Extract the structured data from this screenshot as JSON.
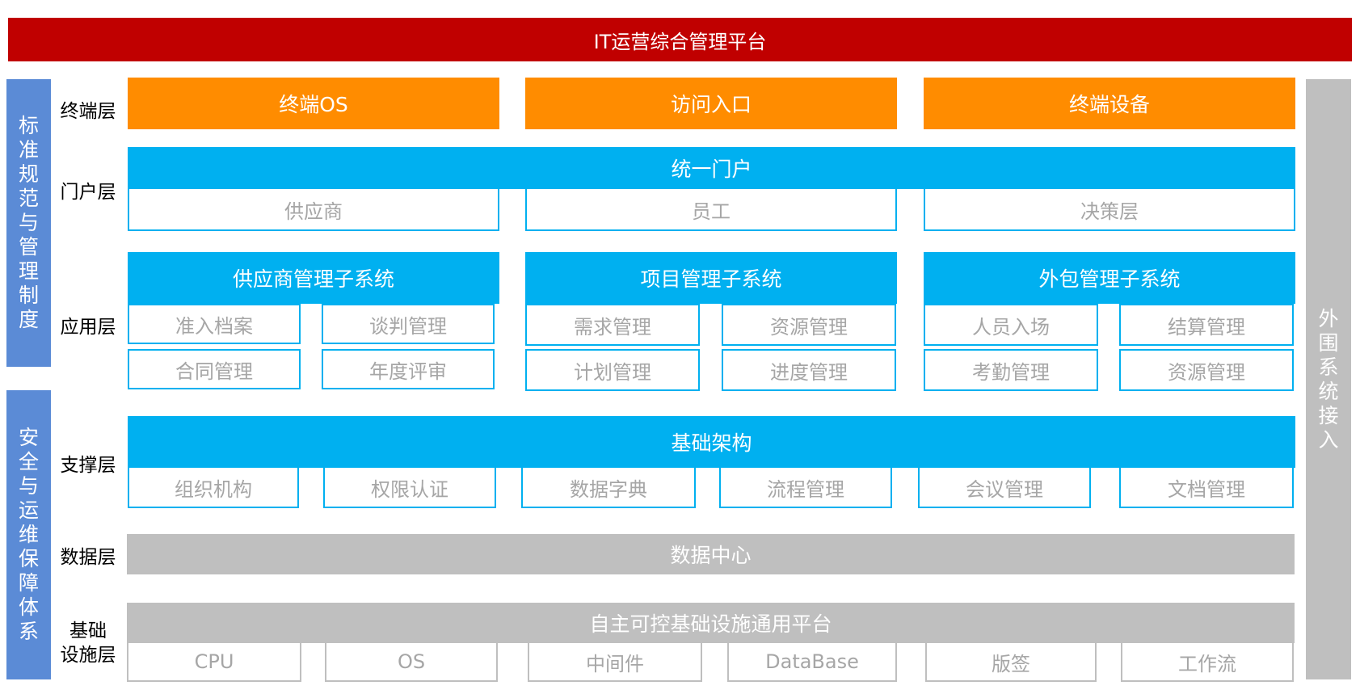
{
  "title": "IT运营综合管理平台",
  "sidebars": {
    "standards": "标准规范与管理制度",
    "security": "安全与运维保障体系",
    "external": "外围系统接入"
  },
  "layers": {
    "terminal": {
      "label": "终端层",
      "boxes": [
        "终端OS",
        "访问入口",
        "终端设备"
      ]
    },
    "portal": {
      "label": "门户层",
      "header": "统一门户",
      "items": [
        "供应商",
        "员工",
        "决策层"
      ]
    },
    "application": {
      "label": "应用层",
      "subsystems": [
        {
          "name": "供应商管理子系统",
          "modules": [
            "准入档案",
            "谈判管理",
            "合同管理",
            "年度评审"
          ]
        },
        {
          "name": "项目管理子系统",
          "modules": [
            "需求管理",
            "资源管理",
            "计划管理",
            "进度管理"
          ]
        },
        {
          "name": "外包管理子系统",
          "modules": [
            "人员入场",
            "结算管理",
            "考勤管理",
            "资源管理"
          ]
        }
      ]
    },
    "support": {
      "label": "支撑层",
      "header": "基础架构",
      "items": [
        "组织机构",
        "权限认证",
        "数据字典",
        "流程管理",
        "会议管理",
        "文档管理"
      ]
    },
    "data": {
      "label": "数据层",
      "header": "数据中心"
    },
    "infrastructure": {
      "label_line1": "基础",
      "label_line2": "设施层",
      "header": "自主可控基础设施通用平台",
      "items": [
        "CPU",
        "OS",
        "中间件",
        "DataBase",
        "版签",
        "工作流"
      ]
    }
  },
  "colors": {
    "title": "#c00000",
    "sidebar_blue": "#5b8bd6",
    "sidebar_gray": "#bfbfbf",
    "orange": "#ff8c00",
    "blue": "#00b0f0",
    "gray": "#bfbfbf",
    "cell_text": "#a6a6a6"
  }
}
